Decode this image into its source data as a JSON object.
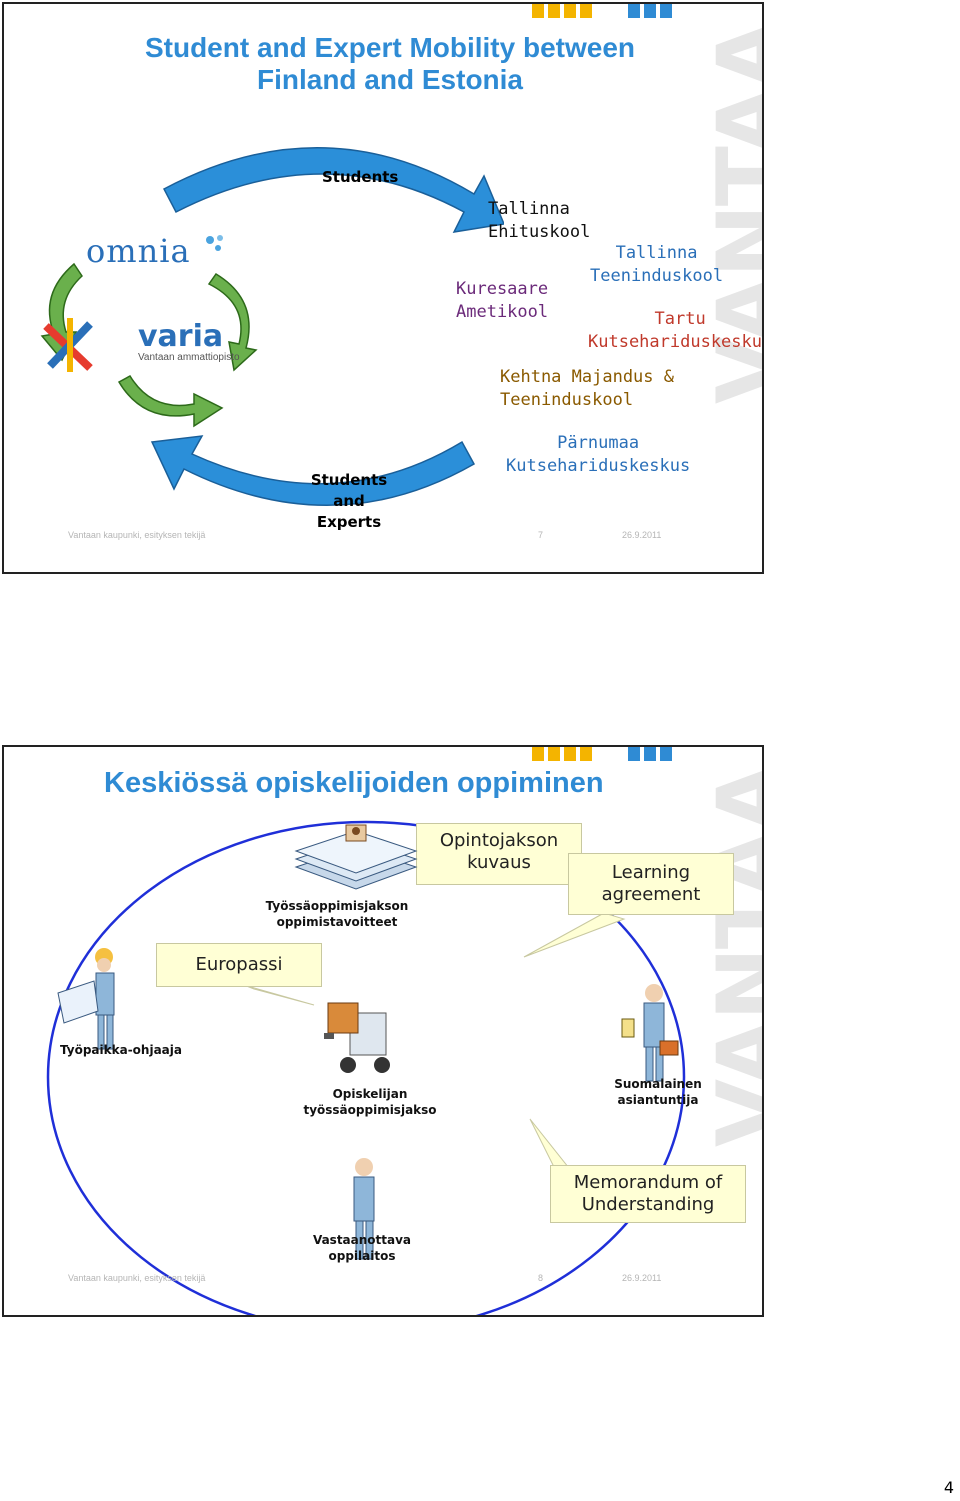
{
  "slide1": {
    "title_line1": "Student and Expert Mobility between",
    "title_line2": "Finland and Estonia",
    "label_students": "Students",
    "label_students_experts_1": "Students and",
    "label_students_experts_2": "Experts",
    "logo_omnia": "omnia",
    "logo_varia": "varia",
    "logo_varia_sub": "Vantaan ammattiopisto",
    "schools": [
      {
        "line1": "Tallinna",
        "line2": "Ehituskool",
        "color": "#111111"
      },
      {
        "line1": "Tallinna",
        "line2": "Teeninduskool",
        "color": "#2a6fb8"
      },
      {
        "line1": "Kuresaare",
        "line2": "Ametikool",
        "color": "#6b2a7a"
      },
      {
        "line1": "Tartu",
        "line2": "Kutsehariduskeskus",
        "color": "#c0392b"
      },
      {
        "line1": "Kehtna Majandus &",
        "line2": "Teeninduskool",
        "color": "#8a5a00"
      },
      {
        "line1": "Pärnumaa",
        "line2": "Kutsehariduskeskus",
        "color": "#2a6fb8"
      }
    ],
    "watermark": "VANTAA",
    "footer_left": "Vantaan kaupunki, esityksen tekijä",
    "footer_page": "7",
    "footer_date": "26.9.2011"
  },
  "slide2": {
    "title": "Keskiössä opiskelijoiden oppiminen",
    "callouts": {
      "opintojakson_1": "Opintojakson",
      "opintojakson_2": "kuvaus",
      "learning_1": "Learning",
      "learning_2": "agreement",
      "europassi": "Europassi",
      "mou_1": "Memorandum of",
      "mou_2": "Understanding"
    },
    "labels": {
      "tyossa_1": "Työssäoppimisjakson",
      "tyossa_2": "oppimistavoitteet",
      "tyopaikka": "Työpaikka-ohjaaja",
      "opiskelijan_1": "Opiskelijan",
      "opiskelijan_2": "työssäoppimisjakso",
      "suomalainen_1": "Suomalainen",
      "suomalainen_2": "asiantuntija",
      "vastaanottava_1": "Vastaanottava",
      "vastaanottava_2": "oppilaitos"
    },
    "watermark": "VANTAA",
    "footer_left": "Vantaan kaupunki, esityksen tekijä",
    "footer_page": "8",
    "footer_date": "26.9.2011"
  },
  "page_number": "4",
  "colors": {
    "title_blue": "#2f8bd4",
    "arrow_blue": "#2b8fd9",
    "arrow_green": "#6ab04c",
    "dot_yellow": "#f4b400",
    "dot_blue": "#2f8bd4",
    "callout_fill": "#ffffd5"
  }
}
